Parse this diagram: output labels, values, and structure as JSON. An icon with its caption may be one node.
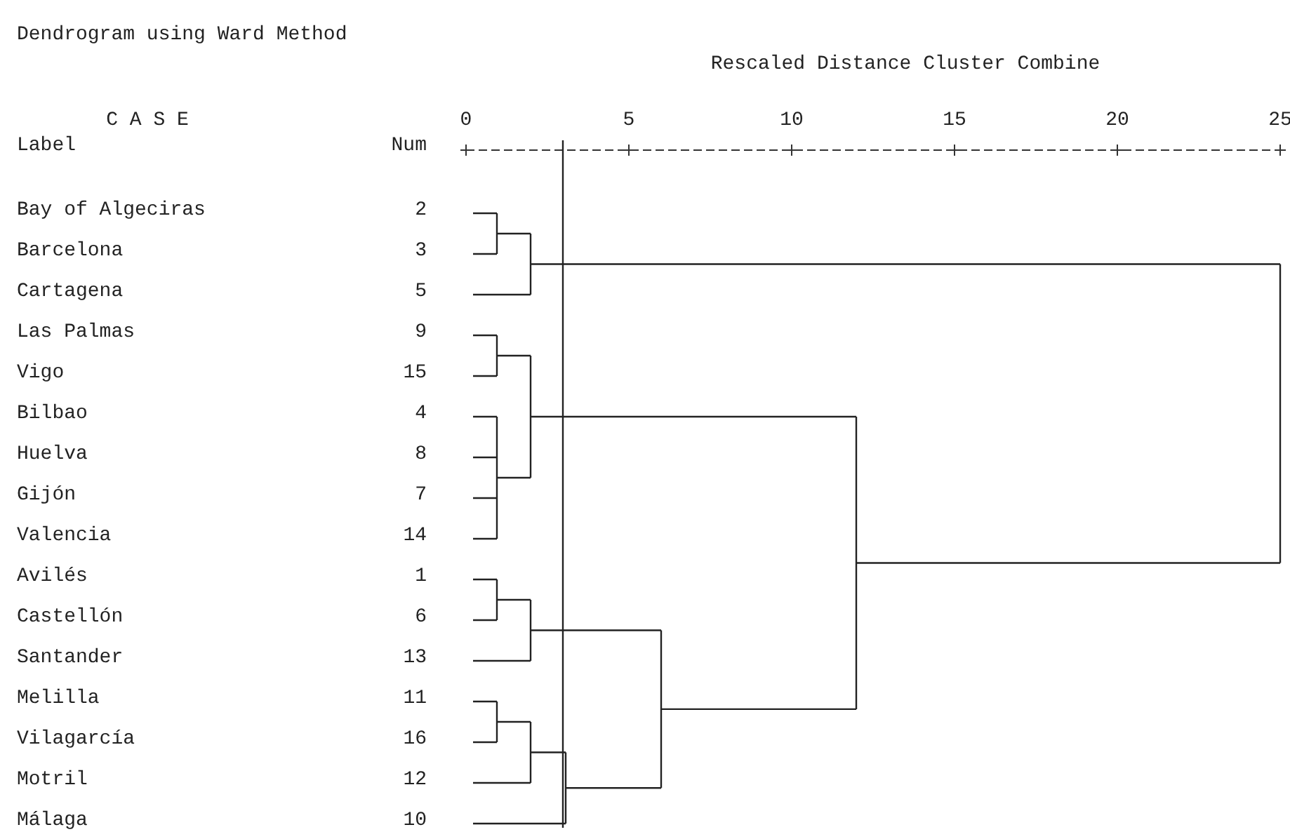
{
  "diagram": {
    "title": "Dendrogram using Ward Method",
    "labels": [
      "Rescaled Distance Cluster Combine",
      "C A S E",
      "0",
      "5",
      "10",
      "15",
      "20",
      "25",
      "Label",
      "Num",
      "Bay of Algeciras",
      "2",
      "Barcelona",
      "3",
      "Cartagena",
      "5",
      "Las Palmas",
      "9",
      "Vigo",
      "15",
      "Bilbao",
      "4",
      "Huelva",
      "8",
      "Gijón",
      "7",
      "Valencia",
      "14",
      "Avilés",
      "1",
      "Castellón",
      "6",
      "Santander",
      "13",
      "Melilla",
      "11",
      "Vilagarcía",
      "16",
      "Motril",
      "12",
      "Málaga",
      "10"
    ]
  }
}
